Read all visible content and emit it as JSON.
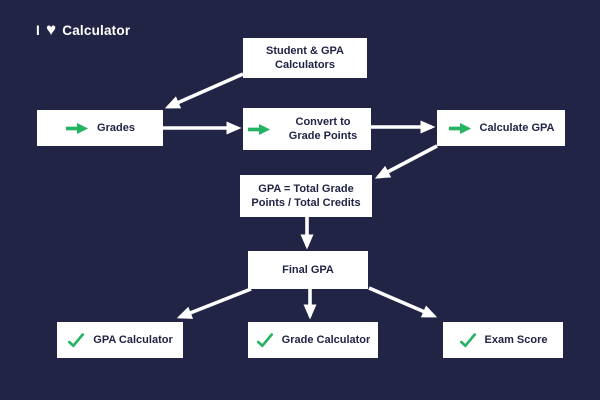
{
  "colors": {
    "background": "#212445",
    "node_background": "#ffffff",
    "node_text": "#212445",
    "accent_green": "#23b363",
    "connector_white": "#ffffff"
  },
  "logo": {
    "word_i": "I",
    "heart_icon": "heart-icon",
    "word_calculator": "Calculator"
  },
  "flowchart": {
    "nodes": {
      "student": {
        "label": "Student & GPA Calculators"
      },
      "grades": {
        "label": "Grades",
        "icon": "arrow-right-icon"
      },
      "convert": {
        "label": "Convert to Grade Points",
        "icon": "arrow-right-icon"
      },
      "calculate": {
        "label": "Calculate GPA",
        "icon": "arrow-right-icon"
      },
      "formula": {
        "label": "GPA = Total Grade Points / Total Credits"
      },
      "final": {
        "label": "Final GPA"
      },
      "gpa_calculator": {
        "label": "GPA Calculator",
        "icon": "check-icon"
      },
      "grade_calculator": {
        "label": "Grade Calculator",
        "icon": "check-icon"
      },
      "exam_score": {
        "label": "Exam Score",
        "icon": "check-icon"
      }
    },
    "connections": [
      {
        "from": "student",
        "to": "grades"
      },
      {
        "from": "grades",
        "to": "convert"
      },
      {
        "from": "convert",
        "to": "calculate"
      },
      {
        "from": "calculate",
        "to": "formula"
      },
      {
        "from": "formula",
        "to": "final"
      },
      {
        "from": "final",
        "to": "gpa_calculator"
      },
      {
        "from": "final",
        "to": "grade_calculator"
      },
      {
        "from": "final",
        "to": "exam_score"
      }
    ]
  }
}
